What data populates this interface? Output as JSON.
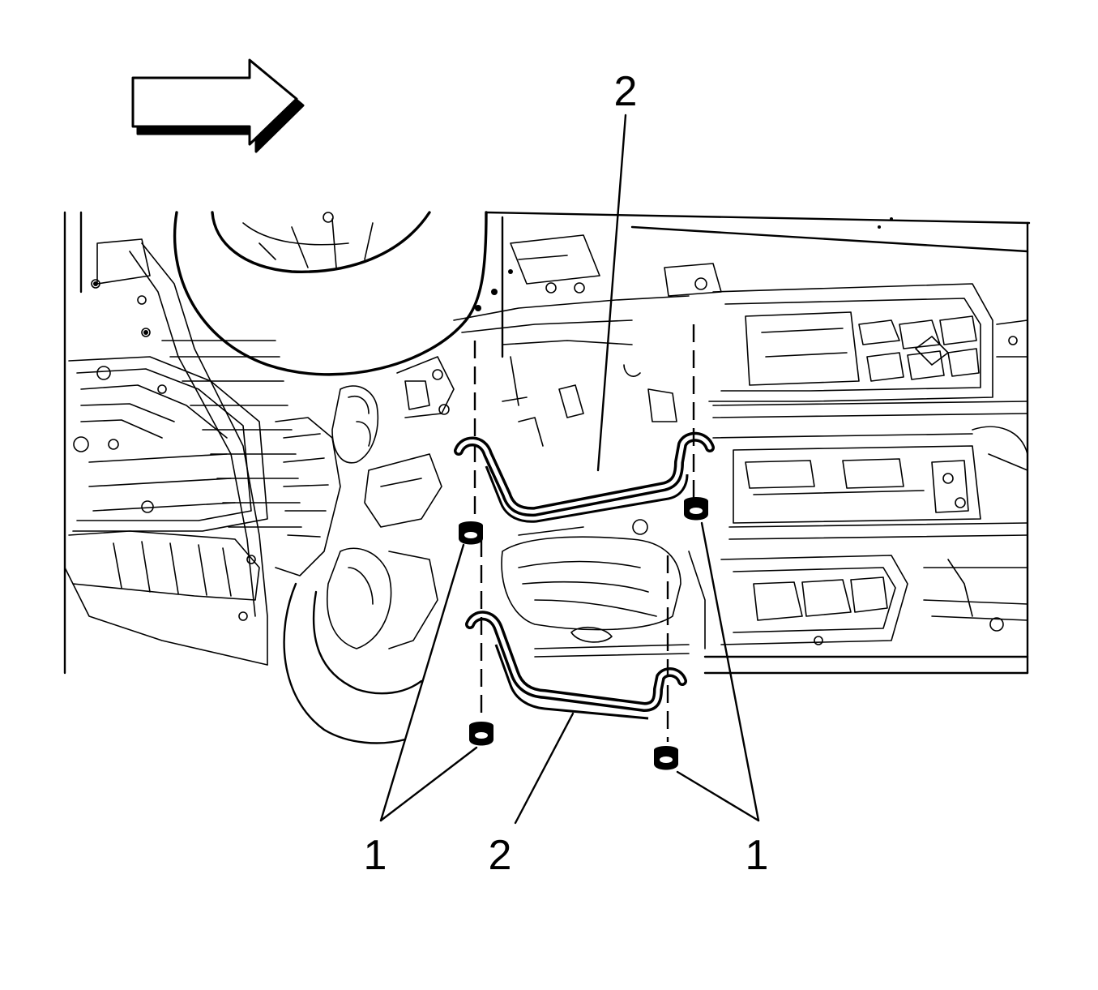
{
  "callouts": {
    "bracket_upper_label": "2",
    "bracket_lower_label": "2",
    "bolts_left_label": "1",
    "bolts_right_label": "1"
  },
  "icons": {
    "direction_arrow": "forward-arrow-icon",
    "bolt": "bolt-icon",
    "bracket": "bracket-icon"
  },
  "colors": {
    "line": "#000000",
    "background": "#ffffff"
  }
}
